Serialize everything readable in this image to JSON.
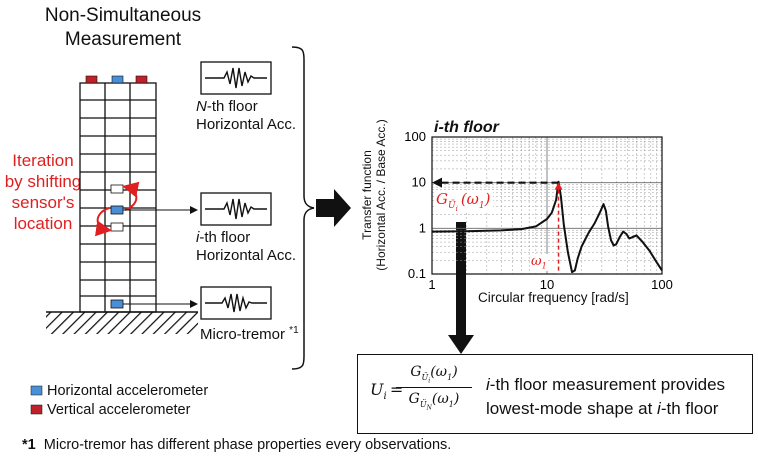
{
  "title": [
    "Non-Simultaneous",
    "Measurement"
  ],
  "iteration_label": [
    "Iteration",
    "by shifting",
    "sensor's",
    "location"
  ],
  "waveforms": [
    {
      "line1": "N-th floor",
      "line1_italic_prefix": "N",
      "line2": "Horizontal Acc."
    },
    {
      "line1": "i-th floor",
      "line1_italic_prefix": "i",
      "line2": "Horizontal Acc."
    },
    {
      "line1": "Micro-tremor",
      "footnote_mark": "*1"
    }
  ],
  "legend": [
    {
      "label": "Horizontal accelerometer",
      "color": "#4a8fd6"
    },
    {
      "label": "Vertical accelerometer",
      "color": "#c0202a"
    }
  ],
  "footnote": {
    "mark": "*1",
    "text": "Micro-tremor has different phase properties every observations."
  },
  "chart_title": "i-th floor",
  "chart_data": {
    "type": "line",
    "title": "i-th floor",
    "xlabel": "Circular frequency [rad/s]",
    "ylabel": [
      "Transfer function",
      "(Horizontal Acc. / Base Acc.)"
    ],
    "xscale": "log",
    "yscale": "log",
    "xlim": [
      1,
      100
    ],
    "ylim": [
      0.1,
      100
    ],
    "x_ticks": [
      "1",
      "10",
      "100"
    ],
    "y_ticks": [
      "0.1",
      "1",
      "10",
      "100"
    ],
    "grid": true,
    "series": [
      {
        "x": [
          1,
          2,
          4,
          6,
          8,
          10,
          11,
          12,
          12.6,
          13.2,
          14,
          15.2,
          16.5,
          17.5,
          18.5,
          20,
          23,
          26,
          29,
          31,
          32.5,
          34,
          36,
          38,
          40,
          43,
          46,
          49,
          52,
          56,
          60,
          68,
          78,
          90,
          100
        ],
        "y": [
          0.85,
          0.86,
          0.9,
          0.96,
          1.1,
          1.6,
          2.2,
          4.2,
          10.5,
          5.0,
          1.2,
          0.3,
          0.11,
          0.12,
          0.22,
          0.4,
          0.8,
          1.3,
          2.3,
          3.4,
          2.4,
          1.1,
          0.55,
          0.42,
          0.45,
          0.65,
          0.85,
          0.75,
          0.6,
          0.65,
          0.7,
          0.5,
          0.32,
          0.18,
          0.12
        ]
      }
    ],
    "annotations": {
      "peak_label": "ω1",
      "peak_x": 12.6,
      "peak_y": 10,
      "g_label": "G_Üi(ω1)"
    }
  },
  "equation": {
    "lhs": "U",
    "lhs_sub": "i",
    "num": "G_Üi(ω1)",
    "den": "G_ÜN(ω1)",
    "text": [
      "i-th floor measurement provides",
      "lowest-mode shape at i-th floor"
    ]
  },
  "colors": {
    "red": "#e02020",
    "blue": "#4a8fd6",
    "darkred": "#c0202a"
  }
}
